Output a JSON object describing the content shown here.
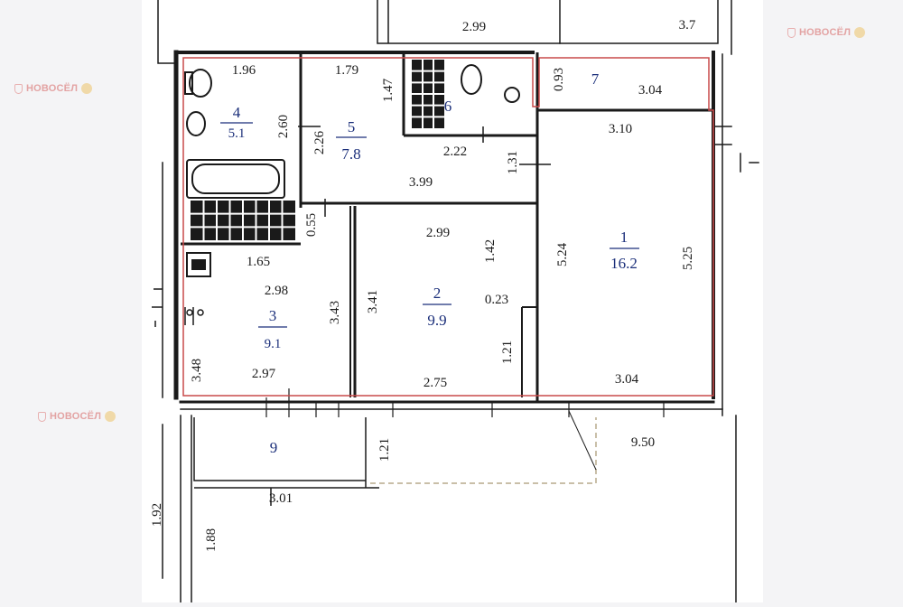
{
  "watermark": {
    "brand": "НОВОСЁЛ"
  },
  "colors": {
    "wall": "#1a1a1a",
    "outline": "#c94a4a",
    "room_label": "#1b2f7a",
    "dims": "#1a1a1a",
    "balcony_dash": "#c9bfa8"
  },
  "rooms": [
    {
      "id": "1",
      "number": "1",
      "area": "16.2"
    },
    {
      "id": "2",
      "number": "2",
      "area": "9.9"
    },
    {
      "id": "3",
      "number": "3",
      "area": "9.1"
    },
    {
      "id": "4",
      "number": "4",
      "area": "5.1"
    },
    {
      "id": "5",
      "number": "5",
      "area": "7.8"
    },
    {
      "id": "6",
      "number": "6",
      "area": ""
    },
    {
      "id": "7",
      "number": "7",
      "area": ""
    },
    {
      "id": "9",
      "number": "9",
      "area": ""
    }
  ],
  "dimensions": [
    "2.99",
    "3.7",
    "1.96",
    "1.79",
    "1.47",
    "0.93",
    "3.04",
    "2.60",
    "2.26",
    "3.10",
    "2.22",
    "1.31",
    "3.99",
    "0.55",
    "2.99",
    "1.42",
    "5.24",
    "5.25",
    "1.65",
    "2.98",
    "3.43",
    "3.41",
    "0.23",
    "1.21",
    "3.48",
    "2.97",
    "2.75",
    "3.04",
    "1.21",
    "9.50",
    "3.01",
    "1.88",
    "1.92"
  ]
}
